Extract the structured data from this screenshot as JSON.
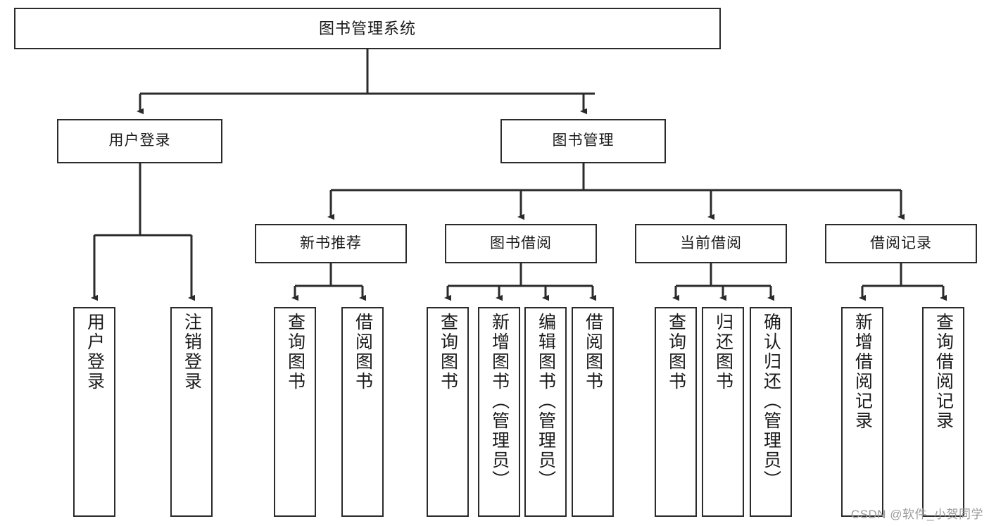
{
  "diagram": {
    "title": "图书管理系统",
    "type": "tree-hierarchy",
    "stroke_color": "#2b2b2b",
    "fill_color": "#ffffff",
    "text_color": "#1a1a1a"
  },
  "root": {
    "label": "图书管理系统"
  },
  "level2": [
    {
      "label": "用户登录"
    },
    {
      "label": "图书管理"
    }
  ],
  "level3": [
    {
      "label": "新书推荐"
    },
    {
      "label": "图书借阅"
    },
    {
      "label": "当前借阅"
    },
    {
      "label": "借阅记录"
    }
  ],
  "leaves": {
    "user_login": [
      {
        "label": "用户登录"
      },
      {
        "label": "注销登录"
      }
    ],
    "new_book_rec": [
      {
        "label": "查询图书"
      },
      {
        "label": "借阅图书"
      }
    ],
    "book_borrow": [
      {
        "label": "查询图书"
      },
      {
        "label": "新增图书（管理员）"
      },
      {
        "label": "编辑图书（管理员）"
      },
      {
        "label": "借阅图书"
      }
    ],
    "current_borrow": [
      {
        "label": "查询图书"
      },
      {
        "label": "归还图书"
      },
      {
        "label": "确认归还（管理员）"
      }
    ],
    "borrow_record": [
      {
        "label": "新增借阅记录"
      },
      {
        "label": "查询借阅记录"
      }
    ]
  },
  "watermark": {
    "text": "CSDN @软件_小贺同学"
  }
}
